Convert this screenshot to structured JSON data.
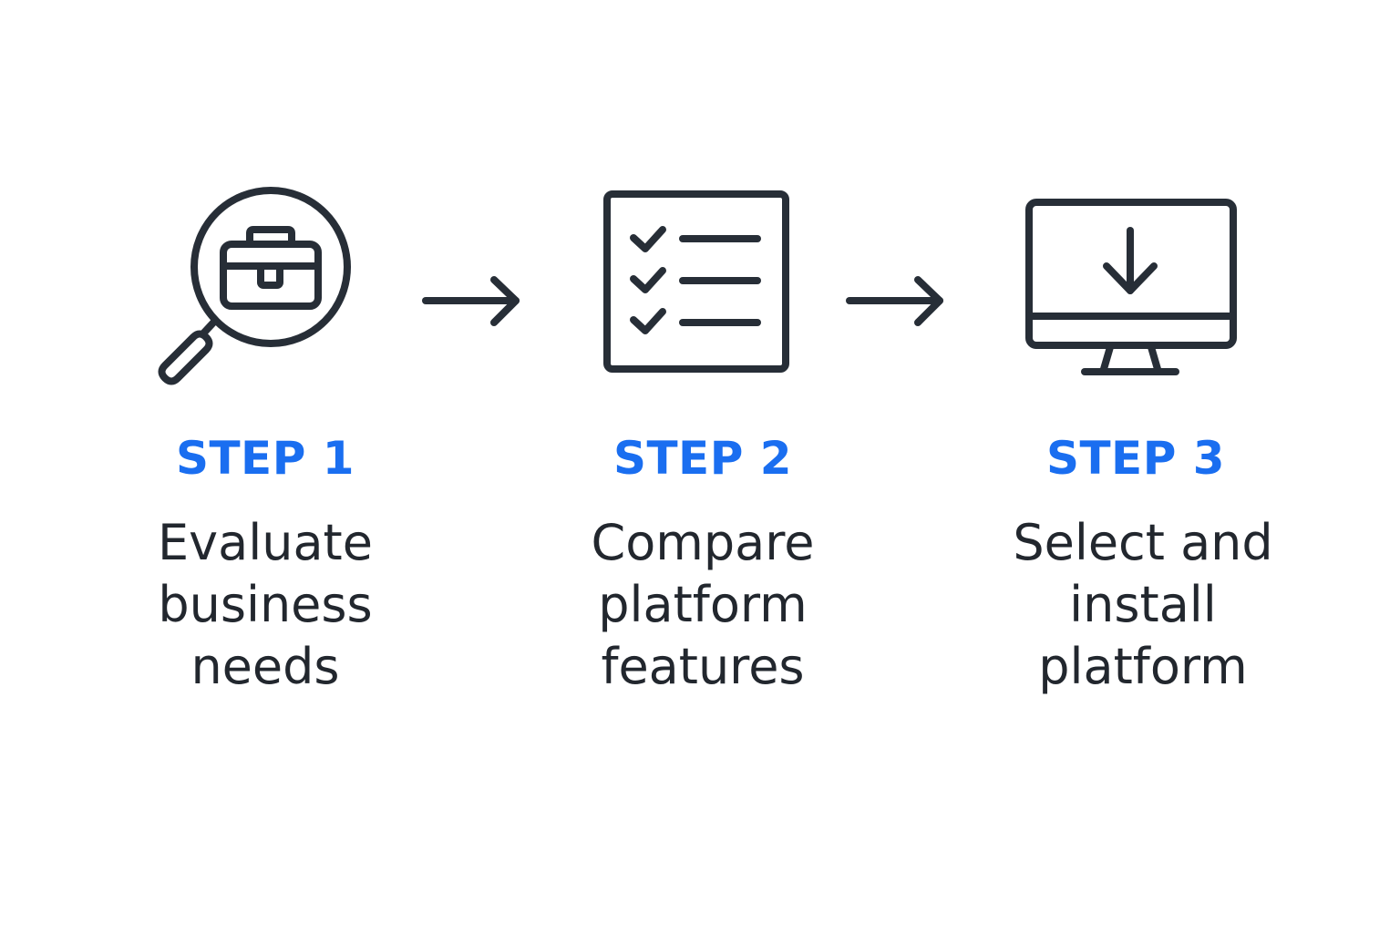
{
  "colors": {
    "accent": "#1a6ef0",
    "text": "#22272e",
    "icon_stroke": "#272e37",
    "background": "#ffffff"
  },
  "steps": [
    {
      "label": "STEP 1",
      "description": "Evaluate\nbusiness\nneeds",
      "icon": "magnifier-briefcase-icon"
    },
    {
      "label": "STEP 2",
      "description": "Compare\nplatform\nfeatures",
      "icon": "checklist-icon"
    },
    {
      "label": "STEP 3",
      "description": "Select and\ninstall\nplatform",
      "icon": "monitor-download-icon"
    }
  ],
  "connectors": [
    "right-arrow-icon",
    "right-arrow-icon"
  ]
}
